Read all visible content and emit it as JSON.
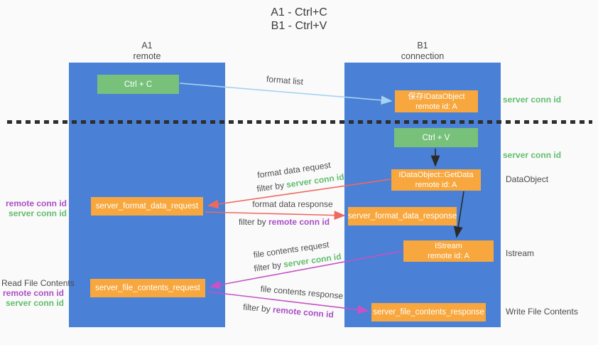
{
  "title": {
    "line1": "A1 - Ctrl+C",
    "line2": "B1 - Ctrl+V"
  },
  "columns": {
    "a1": {
      "title": "A1",
      "subtitle": "remote"
    },
    "b1": {
      "title": "B1",
      "subtitle": "connection"
    }
  },
  "nodes": {
    "ctrl_c": {
      "label": "Ctrl + C"
    },
    "save_idataobject": {
      "line1": "保存IDataObject",
      "line2": "remote id: A"
    },
    "ctrl_v": {
      "label": "Ctrl + V"
    },
    "getdata": {
      "line1": "IDataObject::GetData",
      "line2": "remote id: A"
    },
    "format_request": {
      "label": "server_format_data_request"
    },
    "format_response": {
      "label": "server_format_data_response"
    },
    "istream": {
      "line1": "IStream",
      "line2": "remote id: A"
    },
    "file_request": {
      "label": "server_file_contents_request"
    },
    "file_response": {
      "label": "server_file_contents_response"
    }
  },
  "arrows": {
    "format_list": "format list",
    "format_data_request": "format data request",
    "format_data_response": "format data response",
    "file_contents_request": "file contents request",
    "file_contents_response": "file contents response",
    "filter_by": "filter by",
    "server_conn_id": "server conn id",
    "remote_conn_id": "remote conn id"
  },
  "side_labels": {
    "server_conn_id_top": "server conn id",
    "server_conn_id_mid": "server conn id",
    "dataobject": "DataObject",
    "istream": "Istream",
    "write_file_contents": "Write File Contents",
    "read_file_contents": "Read File Contents",
    "remote_conn_id_left1": "remote conn id",
    "server_conn_id_left1": "server conn id",
    "remote_conn_id_left2": "remote conn id",
    "server_conn_id_left2": "server conn id"
  },
  "colors": {
    "background": "#fafafa",
    "column_blue": "#4a80d5",
    "box_green": "#77c17b",
    "box_orange": "#f7a73d",
    "arrow_lightblue": "#a5d2f0",
    "arrow_red": "#ee6a5f",
    "arrow_magenta": "#c453c6",
    "arrow_black": "#2a2a2a",
    "text_green": "#62bd6d",
    "text_purple": "#ab4fc4"
  }
}
